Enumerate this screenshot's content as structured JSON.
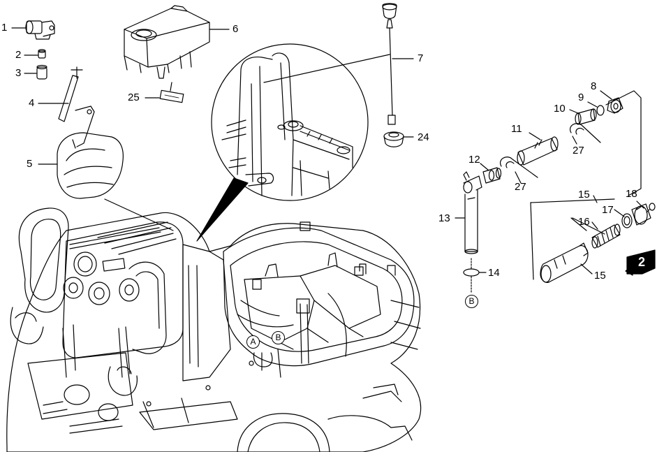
{
  "callouts": {
    "c1": "1",
    "c2": "2",
    "c3": "3",
    "c4": "4",
    "c5": "5",
    "c6": "6",
    "c7": "7",
    "c8": "8",
    "c9": "9",
    "c10": "10",
    "c11": "11",
    "c12": "12",
    "c13": "13",
    "c14": "14",
    "c15a": "15",
    "c15b": "15",
    "c16": "16",
    "c17": "17",
    "c18": "18",
    "c24": "24",
    "c25": "25",
    "c27a": "27",
    "c27b": "27"
  },
  "connection_markers": {
    "hose_end_a": "A",
    "hose_end_b": "B",
    "tube_end_b": "B"
  },
  "group_badge": "2",
  "colors": {
    "line": "#000000",
    "background": "#ffffff"
  }
}
